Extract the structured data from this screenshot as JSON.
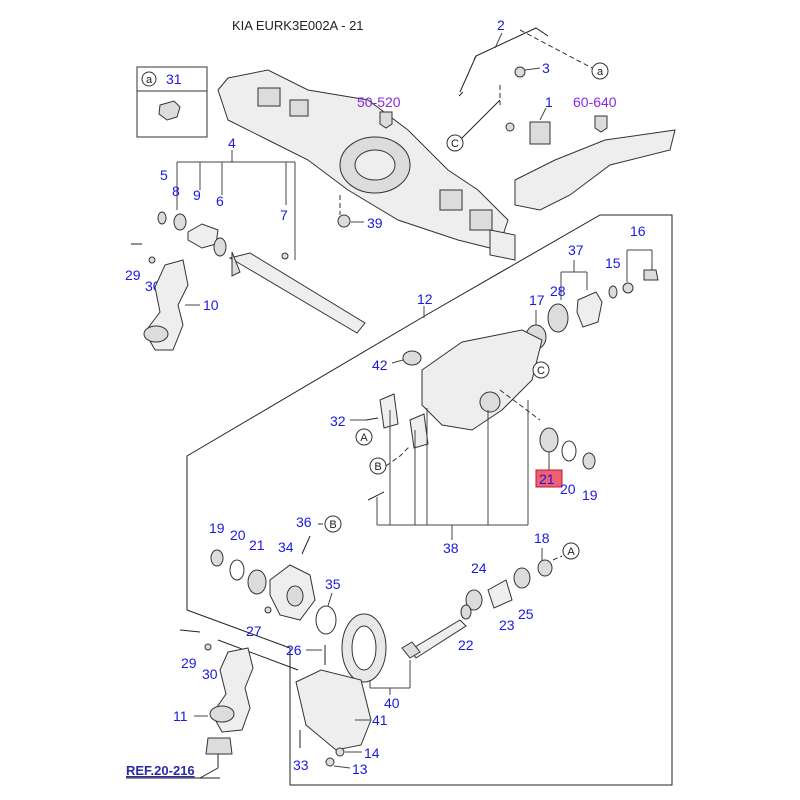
{
  "header": {
    "title": "KIA EURK3E002A - 21"
  },
  "legend": {
    "letter": "a",
    "number": "31"
  },
  "references": {
    "r1": "50-520",
    "r2": "60-640",
    "bottom": "REF.20-216"
  },
  "circle_letters": {
    "a": "a",
    "A": "A",
    "B": "B",
    "C": "C"
  },
  "highlight_color": "#f06070",
  "callouts": {
    "c1": "1",
    "c2": "2",
    "c3": "3",
    "c4": "4",
    "c5": "5",
    "c6": "6",
    "c7": "7",
    "c8": "8",
    "c9": "9",
    "c10": "10",
    "c11": "11",
    "c12": "12",
    "c13": "13",
    "c14": "14",
    "c15": "15",
    "c16": "16",
    "c17": "17",
    "c18": "18",
    "c19a": "19",
    "c19b": "19",
    "c20a": "20",
    "c20b": "20",
    "c21a": "21",
    "c21b": "21",
    "c22": "22",
    "c23": "23",
    "c24": "24",
    "c25": "25",
    "c26": "26",
    "c27": "27",
    "c28": "28",
    "c29a": "29",
    "c29b": "29",
    "c30a": "30",
    "c30b": "30",
    "c32": "32",
    "c33": "33",
    "c34": "34",
    "c35": "35",
    "c36": "36",
    "c37": "37",
    "c38": "38",
    "c39": "39",
    "c40": "40",
    "c41": "41",
    "c42": "42"
  }
}
